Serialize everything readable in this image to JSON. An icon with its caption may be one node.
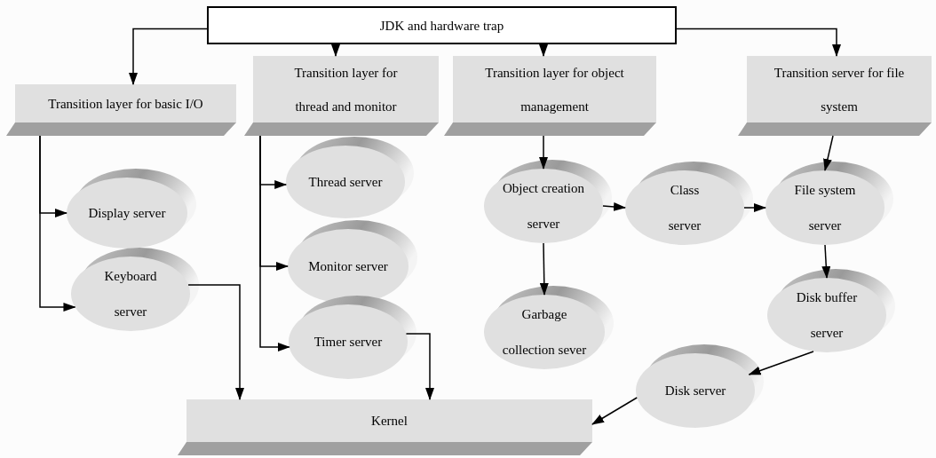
{
  "diagram": {
    "nodes": [
      {
        "text": [
          "JDK and hardware trap"
        ]
      },
      {
        "text": [
          "Transition layer for basic I/O"
        ]
      },
      {
        "text": [
          "Transition layer for thread and monitor"
        ]
      },
      {
        "text": [
          "Transition layer for object management"
        ]
      },
      {
        "text": [
          "Transition server for file system"
        ]
      },
      {
        "text": [
          "Display server"
        ]
      },
      {
        "text": [
          "Keyboard server"
        ]
      },
      {
        "text": [
          "Thread server"
        ]
      },
      {
        "text": [
          "Monitor server"
        ]
      },
      {
        "text": [
          "Timer server"
        ]
      },
      {
        "text": [
          "Object creation server"
        ]
      },
      {
        "text": [
          "Class server"
        ]
      },
      {
        "text": [
          "File system server"
        ]
      },
      {
        "text": [
          "Garbage collection sever"
        ]
      },
      {
        "text": [
          "Disk buffer server"
        ]
      },
      {
        "text": [
          "Disk server"
        ]
      },
      {
        "text": [
          "Kernel"
        ]
      }
    ],
    "edges": [
      {
        "from": 0,
        "to": 1,
        "arrow": "to"
      },
      {
        "from": 0,
        "to": 2,
        "arrow": "to"
      },
      {
        "from": 0,
        "to": 3,
        "arrow": "to"
      },
      {
        "from": 0,
        "to": 4,
        "arrow": "to"
      },
      {
        "from": 1,
        "to": 5,
        "arrow": "to"
      },
      {
        "from": 1,
        "to": 6,
        "arrow": "to"
      },
      {
        "from": 2,
        "to": 7,
        "arrow": "to"
      },
      {
        "from": 2,
        "to": 8,
        "arrow": "to"
      },
      {
        "from": 2,
        "to": 9,
        "arrow": "to"
      },
      {
        "from": 6,
        "to": 16,
        "arrow": "to"
      },
      {
        "from": 9,
        "to": 16,
        "arrow": "to"
      },
      {
        "from": 3,
        "to": 10,
        "arrow": "to"
      },
      {
        "from": 10,
        "to": 11,
        "arrow": "to"
      },
      {
        "from": 11,
        "to": 12,
        "arrow": "to"
      },
      {
        "from": 4,
        "to": 12,
        "arrow": "to"
      },
      {
        "from": 10,
        "to": 13,
        "arrow": "to"
      },
      {
        "from": 12,
        "to": 14,
        "arrow": "to"
      },
      {
        "from": 14,
        "to": 15,
        "arrow": "to"
      },
      {
        "from": 15,
        "to": 16,
        "arrow": "to"
      }
    ]
  }
}
